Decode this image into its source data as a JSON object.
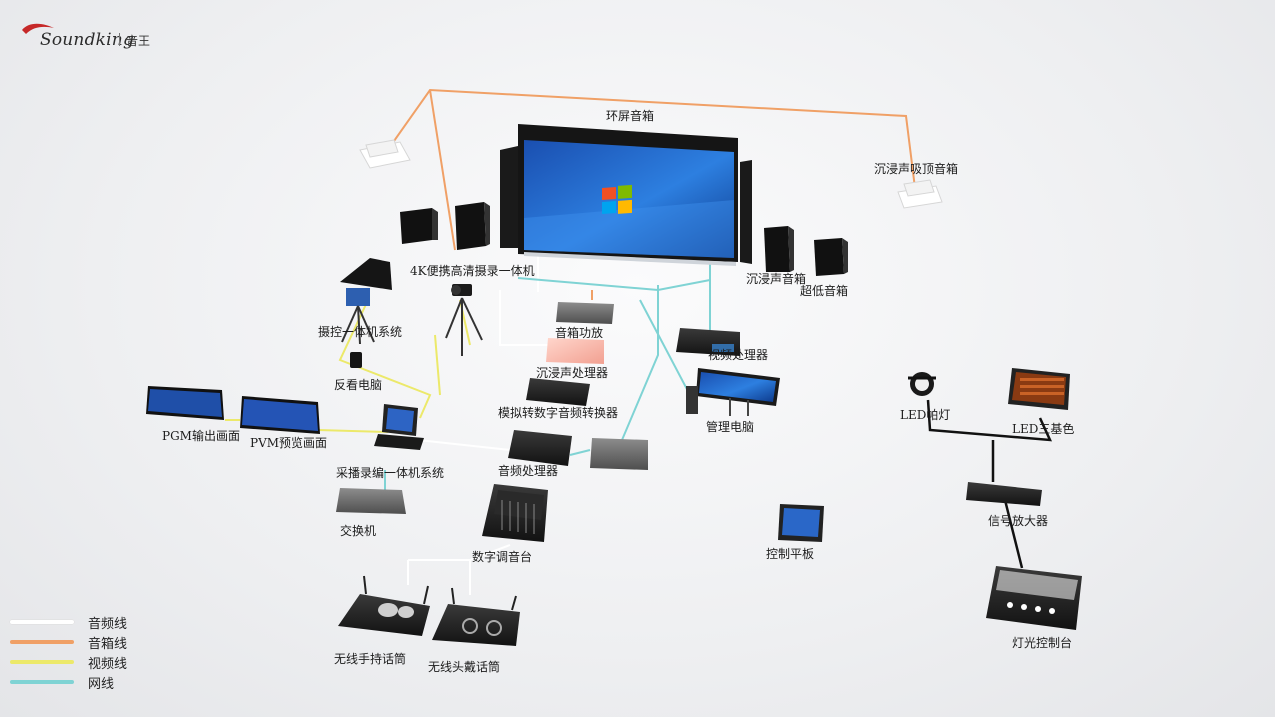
{
  "brand": {
    "wordmark": "Soundking",
    "cn_name": "音王"
  },
  "colors": {
    "audio": "#ffffff",
    "speaker": "#f0a066",
    "video": "#ece96a",
    "network": "#7fd3d4",
    "control": "#111111",
    "logo_red": "#c62828"
  },
  "devices": {
    "surround_speaker": "环屏音箱",
    "ceiling_speaker": "沉浸声吸顶音箱",
    "recorder_4k": "4K便携高清摄录一体机",
    "immersive_speaker": "沉浸声音箱",
    "subwoofer": "超低音箱",
    "ptz_camera": "摄控一体机系统",
    "speaker_amp": "音箱功放",
    "immersive_processor": "沉浸声处理器",
    "return_monitor": "反看电脑",
    "adc": "模拟转数字音频转换器",
    "video_processor": "视频处理器",
    "admin_pc": "管理电脑",
    "pgm_output": "PGM输出画面",
    "pvm_preview": "PVM预览画面",
    "broadcast_system": "采播录编一体机系统",
    "audio_processor": "音频处理器",
    "switch": "交换机",
    "mixer": "数字调音台",
    "control_tablet": "控制平板",
    "led_par": "LED帕灯",
    "led_tricolor": "LED三基色",
    "signal_amp": "信号放大器",
    "lighting_console": "灯光控制台",
    "wireless_handheld": "无线手持话筒",
    "wireless_headset": "无线头戴话筒"
  },
  "legend": [
    {
      "label": "音频线",
      "color": "#ffffff"
    },
    {
      "label": "音箱线",
      "color": "#f0a066"
    },
    {
      "label": "视频线",
      "color": "#ece96a"
    },
    {
      "label": "网线",
      "color": "#7fd3d4"
    }
  ]
}
